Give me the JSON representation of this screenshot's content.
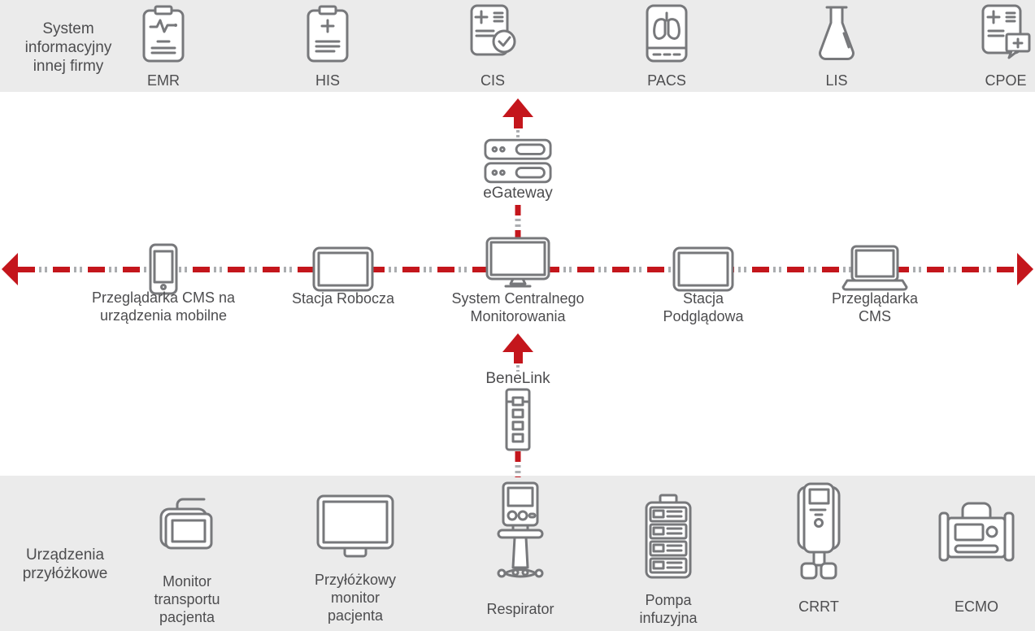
{
  "colors": {
    "band_bg": "#ebebeb",
    "icon_stroke": "#77787b",
    "text": "#4d4d4f",
    "accent_red": "#c4161c",
    "dot_gray": "#abadb0",
    "background": "#ffffff"
  },
  "top_band": {
    "title": "System\ninformacyjny\ninnej firmy",
    "items": [
      {
        "label": "EMR",
        "icon": "emr-clipboard-icon"
      },
      {
        "label": "HIS",
        "icon": "his-clipboard-icon"
      },
      {
        "label": "CIS",
        "icon": "cis-document-check-icon"
      },
      {
        "label": "PACS",
        "icon": "pacs-lungs-tablet-icon"
      },
      {
        "label": "LIS",
        "icon": "lis-flask-icon"
      },
      {
        "label": "CPOE",
        "icon": "cpoe-order-note-icon"
      }
    ]
  },
  "gateway": {
    "label": "eGateway",
    "icon": "server-stack-icon"
  },
  "benelink": {
    "label": "BeneLink",
    "icon": "benelink-module-icon"
  },
  "network_row": {
    "items": [
      {
        "label": "Przeglądarka CMS na\nurządzenia mobilne",
        "icon": "mobile-phone-icon"
      },
      {
        "label": "Stacja Robocza",
        "icon": "workstation-tablet-icon"
      },
      {
        "label": "System Centralnego\nMonitorowania",
        "icon": "central-monitor-icon"
      },
      {
        "label": "Stacja\nPodglądowa",
        "icon": "viewing-tablet-icon"
      },
      {
        "label": "Przeglądarka\nCMS",
        "icon": "laptop-icon"
      }
    ]
  },
  "bottom_band": {
    "title": "Urządzenia\nprzyłóżkowe",
    "items": [
      {
        "label": "Monitor\ntransportu\npacjenta",
        "icon": "transport-monitor-icon"
      },
      {
        "label": "Przyłóżkowy\nmonitor\npacjenta",
        "icon": "bedside-monitor-icon"
      },
      {
        "label": "Respirator",
        "icon": "ventilator-icon"
      },
      {
        "label": "Pompa\ninfuzyjna",
        "icon": "infusion-pump-icon"
      },
      {
        "label": "CRRT",
        "icon": "crrt-machine-icon"
      },
      {
        "label": "ECMO",
        "icon": "ecmo-machine-icon"
      }
    ]
  }
}
